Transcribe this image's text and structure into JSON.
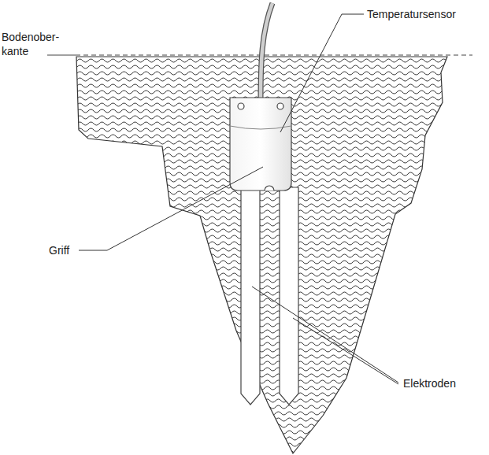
{
  "diagram": {
    "labels": [
      "Bodenober- kante",
      "Temperatursensor",
      "Griff",
      "Elektroden"
    ]
  }
}
